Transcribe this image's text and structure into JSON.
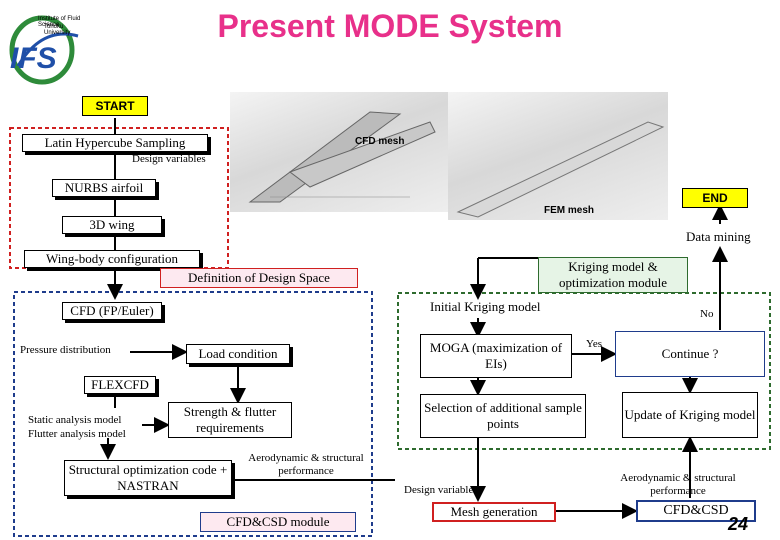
{
  "title": "Present MODE System",
  "logo": {
    "text": "IFS",
    "tagline_1": "Institute of Fluid Science",
    "tagline_2": "Tohoku University"
  },
  "labels": {
    "start": "START",
    "end": "END",
    "latin_hypercube": "Latin Hypercube Sampling",
    "design_variables_1": "Design variables",
    "nurbs": "NURBS airfoil",
    "wing3d": "3D wing",
    "wing_body": "Wing-body configuration",
    "design_space": "Definition of Design Space",
    "cfd_mesh": "CFD mesh",
    "fem_mesh": "FEM mesh",
    "data_mining": "Data mining",
    "kriging_opt": "Kriging model & optimization module",
    "initial_kriging": "Initial Kriging model",
    "moga": "MOGA (maximization of EIs)",
    "yes": "Yes",
    "no": "No",
    "continue": "Continue ?",
    "selection": "Selection of additional sample points",
    "update_kriging": "Update of Kriging model",
    "cfd_euler": "CFD (FP/Euler)",
    "pressure": "Pressure distribution",
    "load": "Load condition",
    "flexcfd": "FLEXCFD",
    "static": "Static analysis model",
    "flutter": "Flutter analysis model",
    "strength": "Strength & flutter requirements",
    "struct_opt": "Structural optimization code + NASTRAN",
    "aero_struct_left": "Aerodynamic & structural performance",
    "cfd_csd_module": "CFD&CSD module",
    "design_variables_2": "Design variables",
    "mesh_gen": "Mesh generation",
    "aero_struct_right": "Aerodynamic & structural performance",
    "cfd_csd": "CFD&CSD",
    "page_number": "24"
  },
  "colors": {
    "title": "#e8308a",
    "red_dash": "#d02020",
    "blue_dash": "#1f3c8c",
    "green_dash": "#2e6b2e",
    "yellow": "#ffff00",
    "logo_green": "#2e8b3a",
    "logo_blue": "#1f4fa8"
  }
}
